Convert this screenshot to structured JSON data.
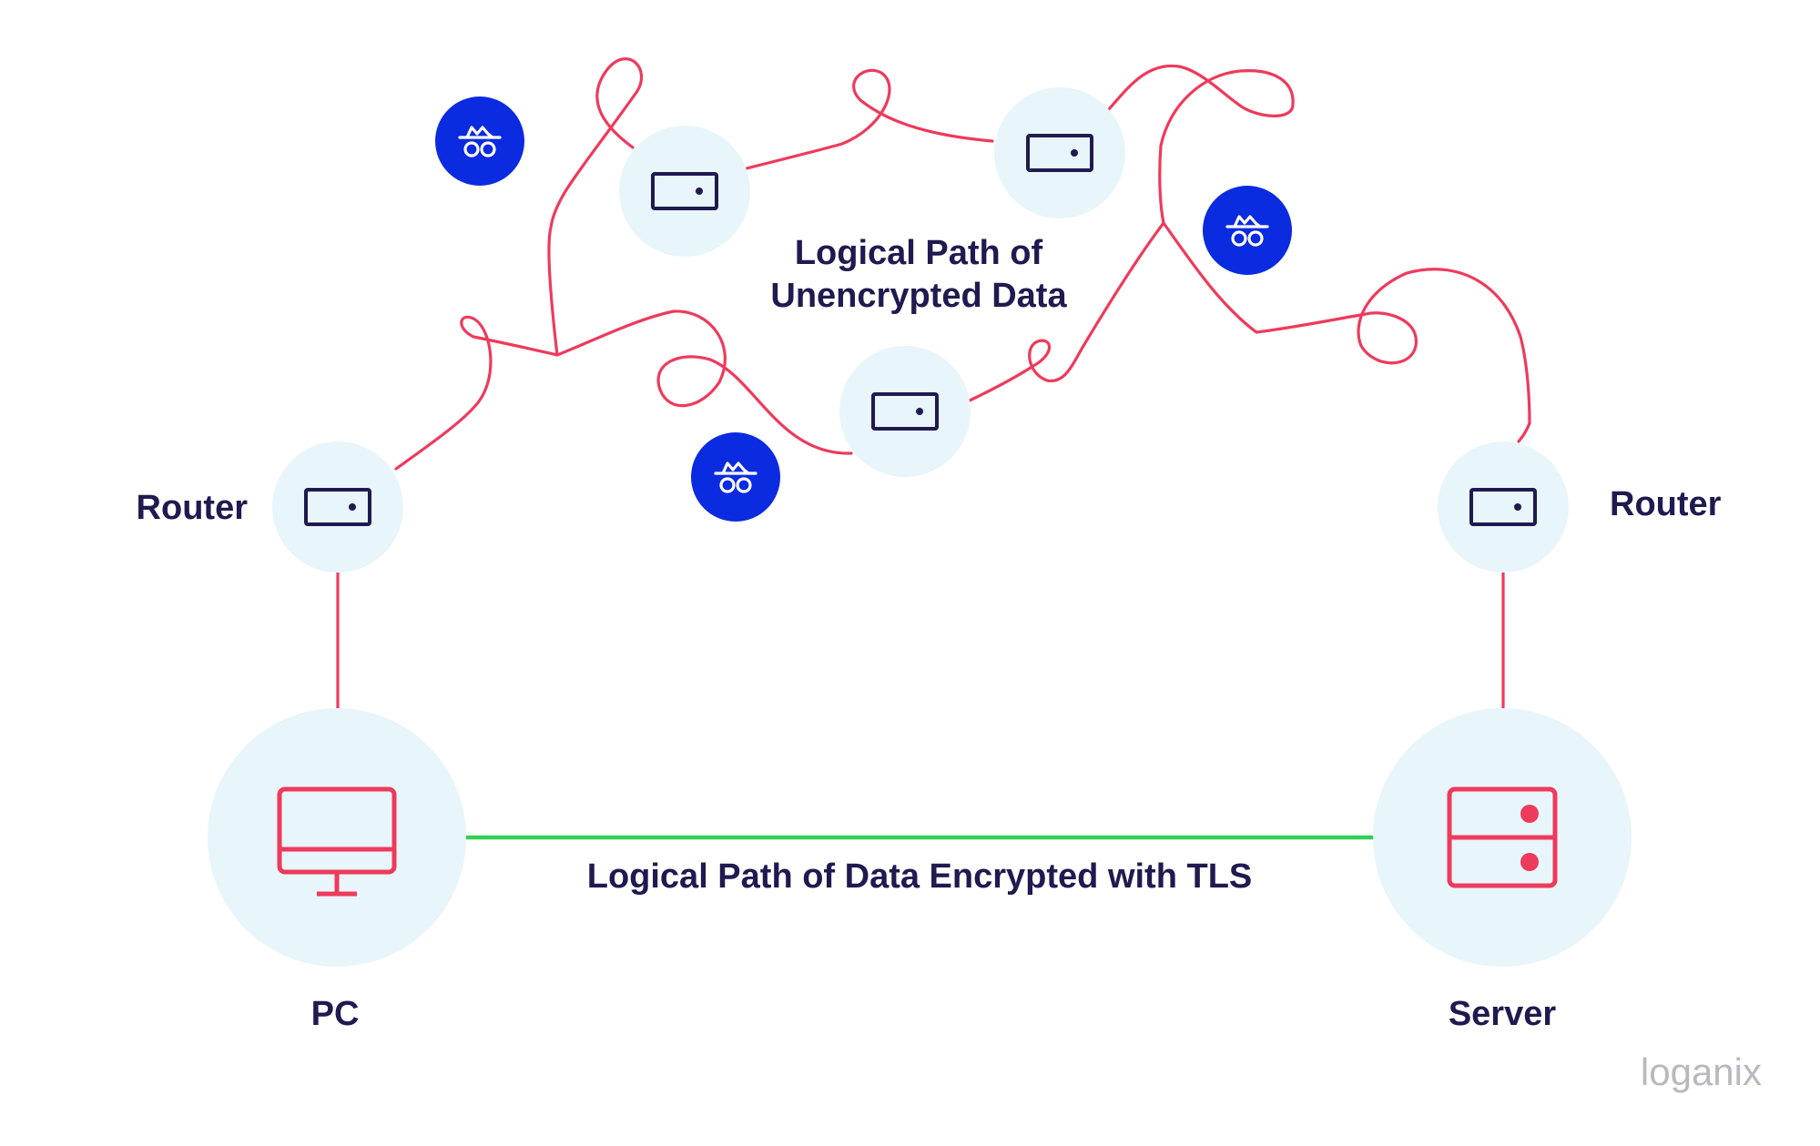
{
  "colors": {
    "path_unencrypted": "#ee3a5c",
    "path_encrypted": "#2fd152",
    "node_bg": "#e8f5fa",
    "icon_navy": "#1f1a4f",
    "icon_red": "#ee3a5c",
    "spy_bg": "#0b2be0",
    "brand": "#b8b8bf"
  },
  "labels": {
    "unencrypted_line1": "Logical Path of",
    "unencrypted_line2": "Unencrypted Data",
    "encrypted": "Logical Path of Data Encrypted with TLS",
    "router_left": "Router",
    "router_right": "Router",
    "pc": "PC",
    "server": "Server"
  },
  "brand": {
    "name": "loganix"
  },
  "icons": {
    "router": "router-icon",
    "pc": "monitor-icon",
    "server": "server-icon",
    "eavesdropper": "spy-icon"
  }
}
